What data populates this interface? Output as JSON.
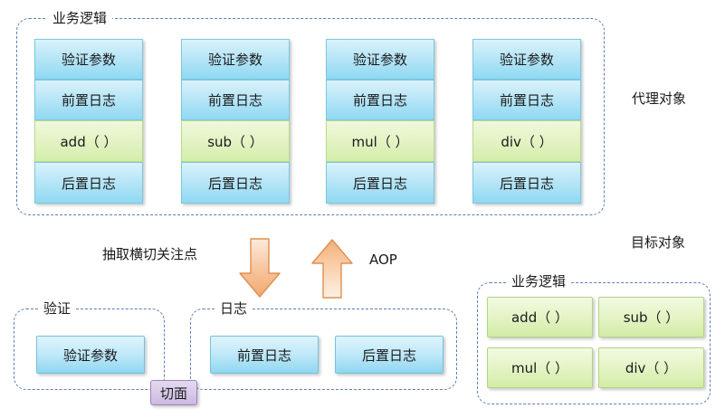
{
  "diagram": {
    "title": "Spring AOP proxy / target object diagram",
    "colors": {
      "blue_fill": "#b9e6f7",
      "blue_border": "#7cc7e0",
      "green_fill": "#e3f3c4",
      "green_border": "#b9d98b",
      "purple_fill": "#d8c9e8",
      "purple_border": "#9d86bd",
      "arrow_fill": "#f5b585",
      "arrow_border": "#e3954f",
      "dashed_border": "#5b7fb5",
      "background": "#ffffff",
      "text": "#1a1a1a"
    }
  },
  "proxy_section": {
    "group_label": "业务逻辑",
    "outer_label": "代理对象",
    "row_labels": {
      "validate": "验证参数",
      "before_log": "前置日志",
      "after_log": "后置日志"
    },
    "columns": [
      {
        "id": "add",
        "cells": [
          {
            "label": "验证参数",
            "kind": "blue"
          },
          {
            "label": "前置日志",
            "kind": "blue"
          },
          {
            "label": "add（ ）",
            "kind": "green"
          },
          {
            "label": "后置日志",
            "kind": "blue"
          }
        ]
      },
      {
        "id": "sub",
        "cells": [
          {
            "label": "验证参数",
            "kind": "blue"
          },
          {
            "label": "前置日志",
            "kind": "blue"
          },
          {
            "label": "sub（ ）",
            "kind": "green"
          },
          {
            "label": "后置日志",
            "kind": "blue"
          }
        ]
      },
      {
        "id": "mul",
        "cells": [
          {
            "label": "验证参数",
            "kind": "blue"
          },
          {
            "label": "前置日志",
            "kind": "blue"
          },
          {
            "label": "mul（ ）",
            "kind": "green"
          },
          {
            "label": "后置日志",
            "kind": "blue"
          }
        ]
      },
      {
        "id": "div",
        "cells": [
          {
            "label": "验证参数",
            "kind": "blue"
          },
          {
            "label": "前置日志",
            "kind": "blue"
          },
          {
            "label": "div（ ）",
            "kind": "green"
          },
          {
            "label": "后置日志",
            "kind": "blue"
          }
        ]
      }
    ]
  },
  "middle": {
    "down_arrow_label": "抽取横切关注点",
    "up_arrow_label": "AOP",
    "down_arrow_name": "down-arrow-icon",
    "up_arrow_name": "up-arrow-icon"
  },
  "aspect_section": {
    "validate_group_label": "验证",
    "log_group_label": "日志",
    "aspect_badge": "切面",
    "validate_items": [
      {
        "label": "验证参数",
        "kind": "blue"
      }
    ],
    "log_items": [
      {
        "label": "前置日志",
        "kind": "blue"
      },
      {
        "label": "后置日志",
        "kind": "blue"
      }
    ]
  },
  "target_section": {
    "outer_label": "目标对象",
    "group_label": "业务逻辑",
    "methods": [
      {
        "label": "add（ ）",
        "kind": "green"
      },
      {
        "label": "sub（ ）",
        "kind": "green"
      },
      {
        "label": "mul（ ）",
        "kind": "green"
      },
      {
        "label": "div（ ）",
        "kind": "green"
      }
    ]
  }
}
